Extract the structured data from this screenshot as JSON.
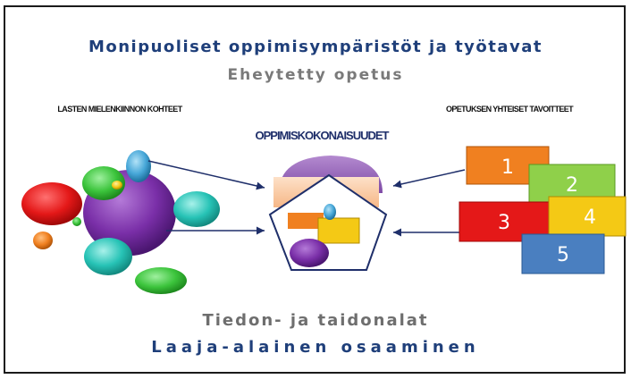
{
  "title_main": "Monipuoliset oppimisympäristöt ja työtavat",
  "title_sub": "Eheytetty opetus",
  "label_left": "LASTEN MIELENKIINNON KOHTEET",
  "label_center": "OPPIMISKOKONAISUUDET",
  "label_right": "OPETUKSEN YHTEISET TAVOITTEET",
  "bottom_line1": "Tiedon-  ja taidonalat",
  "bottom_line2": "Laaja-alainen osaaminen",
  "goals": [
    "1",
    "2",
    "3",
    "4",
    "5"
  ],
  "colors": {
    "title_blue": "#1f3f7a",
    "grey_text": "#7a7a7a",
    "arrow": "#1f2f6a",
    "purple": "#7a2fa8",
    "red": "#e41818",
    "green": "#3cc43c",
    "teal": "#27c3b6",
    "orange": "#f08020",
    "lightblue": "#47a7d8",
    "yellow": "#f4c915",
    "lightgreen": "#8fd04a",
    "blue": "#4a7fc0"
  }
}
